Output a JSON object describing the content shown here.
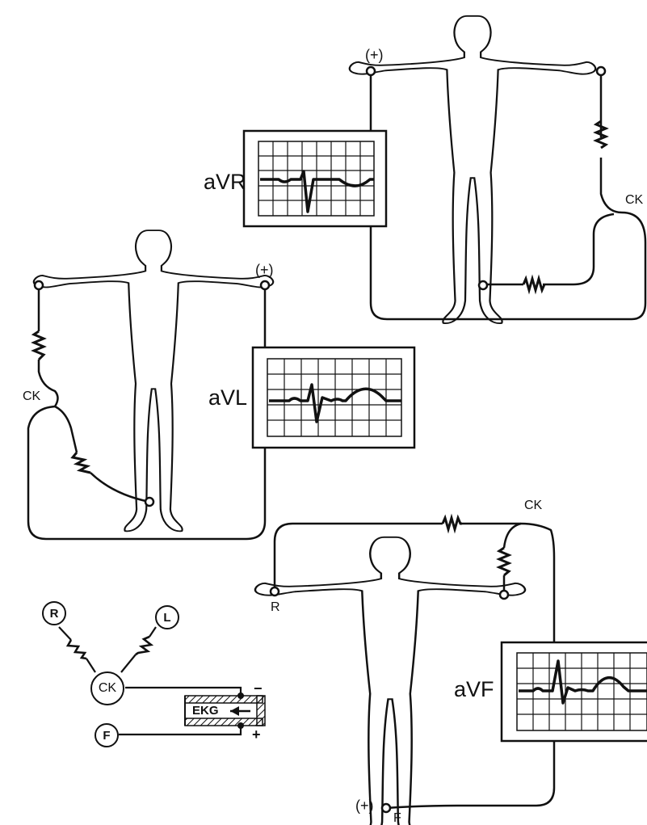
{
  "leads": {
    "avr": {
      "name": "aVR",
      "positive": "(+)",
      "ck": "CK"
    },
    "avl": {
      "name": "aVL",
      "positive": "(+)",
      "ck": "CK"
    },
    "avf": {
      "name": "aVF",
      "positive": "(+)",
      "ck": "CK",
      "right_arm": "R",
      "foot": "F"
    }
  },
  "schematic": {
    "right": "R",
    "left": "L",
    "center": "CK",
    "foot": "F",
    "device": "EKG",
    "negative": "−",
    "positive": "+"
  }
}
